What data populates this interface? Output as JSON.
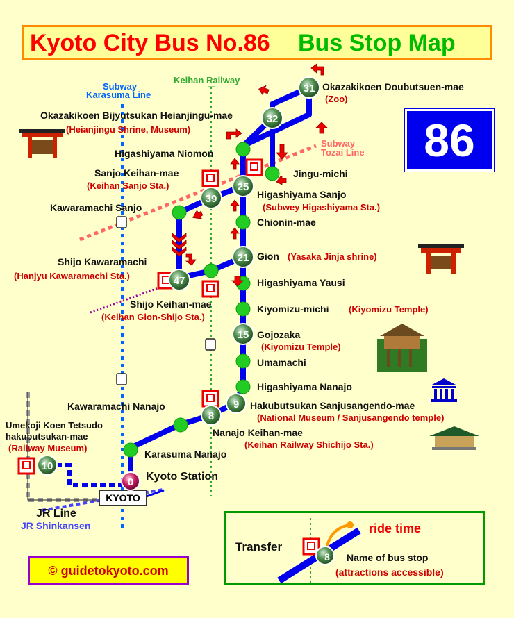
{
  "title": {
    "part1": "Kyoto City Bus No.86",
    "part2": "Bus Stop Map"
  },
  "route_number": "86",
  "rail_labels": {
    "subway_karasuma_1": "Subway",
    "subway_karasuma_2": "Karasuma Line",
    "keihan": "Keihan Railway",
    "subway_tozai_1": "Subway",
    "subway_tozai_2": "Tozai Line",
    "jr_line": "JR Line",
    "jr_shinkansen": "JR Shinkansen",
    "kyoto_box": "KYOTO"
  },
  "stops": {
    "okazakikoen_doubutsuen": {
      "name": "Okazakikoen Doubutsuen-mae",
      "sub": "(Zoo)",
      "minutes": "31"
    },
    "bijyutsukan": {
      "name": "Okazakikoen Bijyutsukan Heianjingu-mae",
      "sub": "(Heianjingu Shrine, Museum)",
      "minutes": "32"
    },
    "niomon": {
      "name": "Higashiyama Niomon"
    },
    "jingu_michi": {
      "name": "Jingu-michi"
    },
    "sanjo_keihan": {
      "name": "Sanjo Keihan-mae",
      "sub": "(Keihan Sanjo Sta.)",
      "minutes": "39"
    },
    "higashiyama_sanjo": {
      "name": "Higashiyama Sanjo",
      "sub": "(Subwey Higashiyama Sta.)",
      "minutes": "25"
    },
    "kawaramachi_sanjo": {
      "name": "Kawaramachi Sanjo"
    },
    "chionin": {
      "name": "Chionin-mae"
    },
    "gion": {
      "name": "Gion",
      "sub": "(Yasaka Jinja shrine)",
      "minutes": "21"
    },
    "shijo_kawaramachi": {
      "name": "Shijo Kawaramachi",
      "sub": "(Hanjyu Kawaramachi Sta.)",
      "minutes": "47"
    },
    "yausi": {
      "name": "Higashiyama Yausi"
    },
    "shijo_keihan": {
      "name": "Shijo Keihan-mae",
      "sub": "(Keihan Gion-Shijo Sta.)"
    },
    "kiyomizu_michi": {
      "name": "Kiyomizu-michi",
      "sub": "(Kiyomizu Temple)"
    },
    "gojozaka": {
      "name": "Gojozaka",
      "sub": "(Kiyomizu Temple)",
      "minutes": "15"
    },
    "umamachi": {
      "name": "Umamachi"
    },
    "nanajo": {
      "name": "Higashiyama Nanajo"
    },
    "hakubutsukan": {
      "name": "Hakubutsukan Sanjusangendo-mae",
      "sub": "(National Museum / Sanjusangendo temple)",
      "minutes": "9"
    },
    "kawaramachi_nanajo": {
      "name": "Kawaramachi Nanajo"
    },
    "nanajo_keihan": {
      "name": "Nanajo Keihan-mae",
      "sub": "(Keihan Railway Shichijo Sta.)",
      "minutes": "8"
    },
    "umekoji": {
      "name1": "Umekoji Koen Tetsudo",
      "name2": "hakubutsukan-mae",
      "sub": "(Railway Museum)",
      "minutes": "10"
    },
    "karasuma_nanajo": {
      "name": "Karasuma Nanajo"
    },
    "kyoto_station": {
      "name": "Kyoto Station",
      "minutes": "0"
    }
  },
  "legend": {
    "transfer": "Transfer",
    "ride_time": "ride time",
    "stop_name": "Name of bus stop",
    "attractions": "(attractions accessible)",
    "example_minutes": "8"
  },
  "copyright": "© guidetokyoto.com",
  "colors": {
    "background": "#ffffcc",
    "route": "#0000ee",
    "stop": "#22cc22",
    "title_red": "#ff0000",
    "title_green": "#00bb00",
    "subway_line": "#0066ff",
    "tozai_line": "#ff6666",
    "keihan_line": "#33aa33",
    "direction_arrow": "#ee0000",
    "sub_text": "#cc0000"
  },
  "icons": [
    "shrine-icon",
    "museum-icon",
    "temple-icon",
    "kiyomizu-temple-icon",
    "train-station-icon",
    "subway-station-icon",
    "direction-arrow-icon"
  ]
}
